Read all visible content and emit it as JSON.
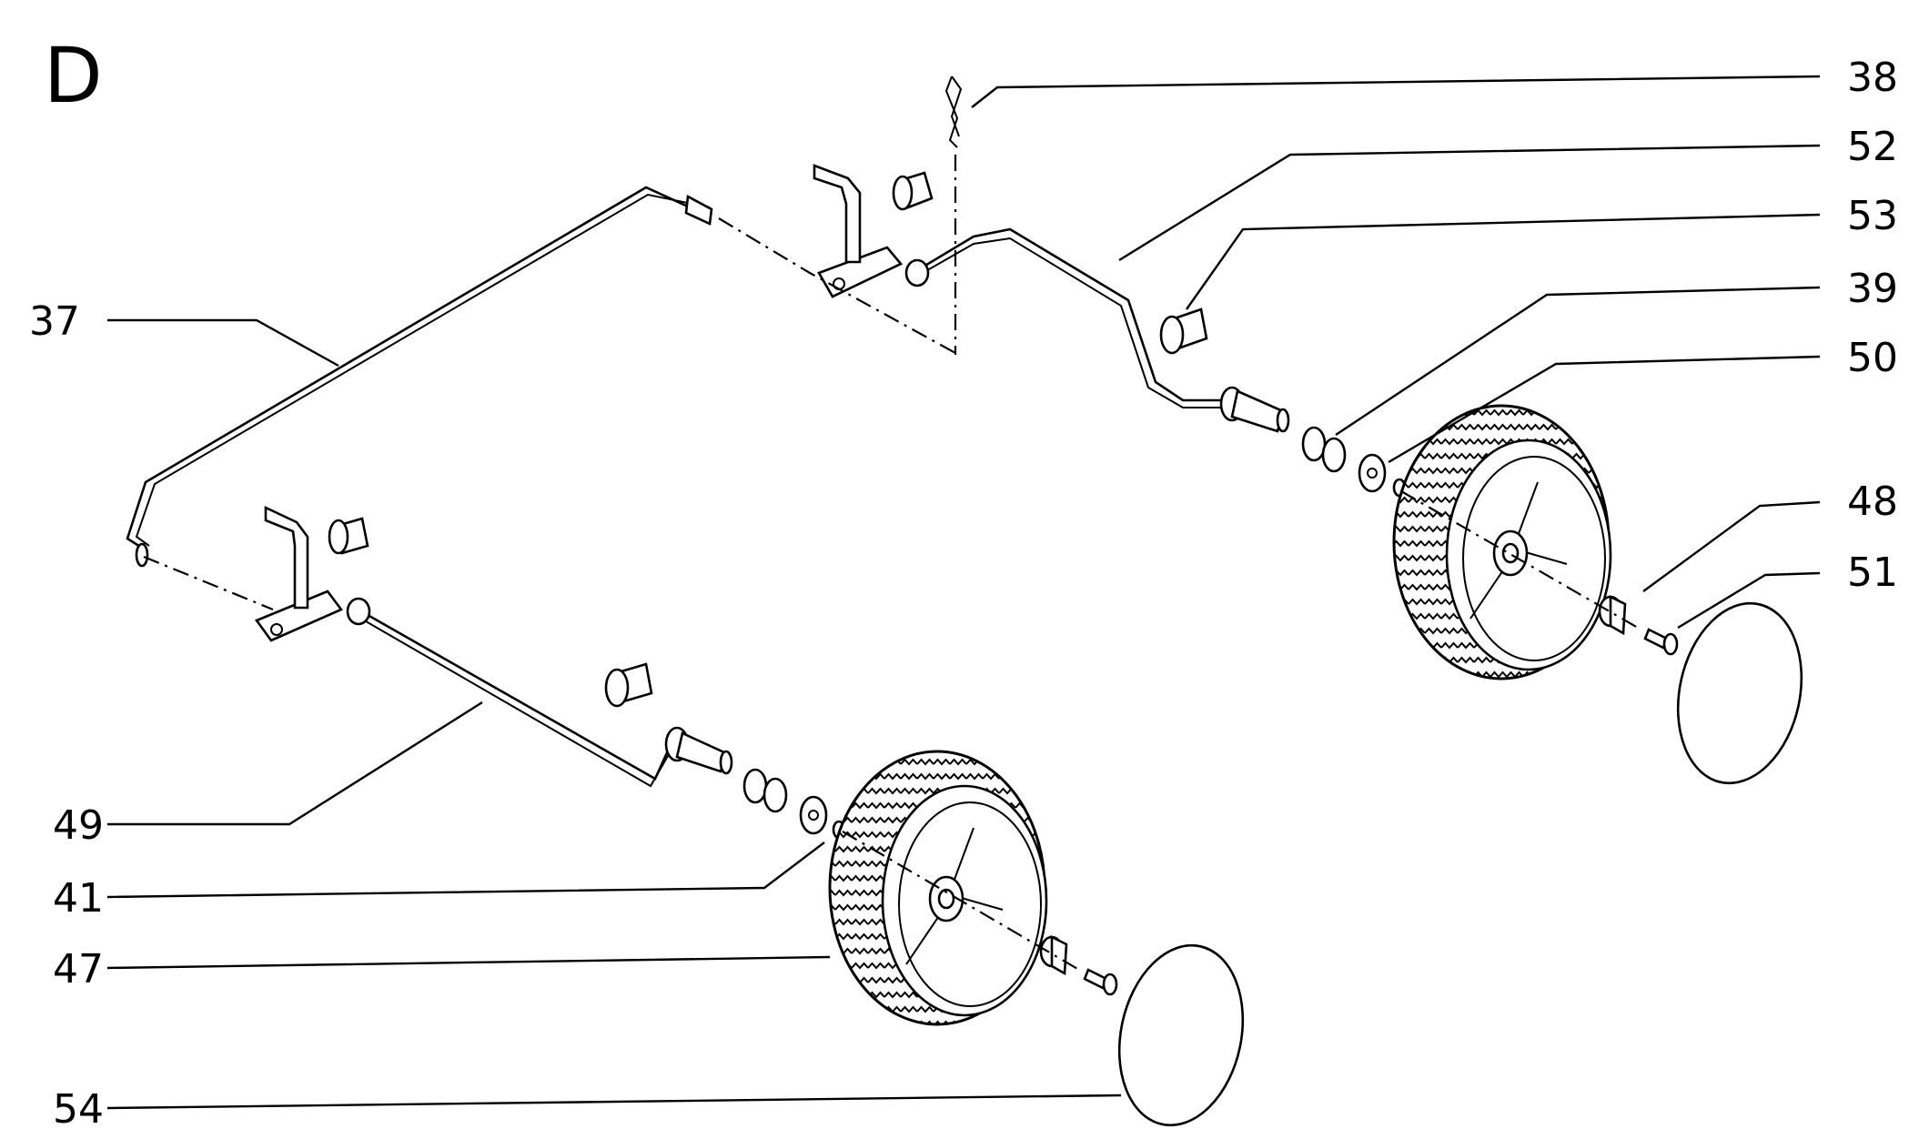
{
  "section_letter": "D",
  "callouts": [
    "38",
    "52",
    "53",
    "39",
    "50",
    "48",
    "51",
    "37",
    "49",
    "41",
    "47",
    "54"
  ],
  "colors": {
    "ink": "#000000",
    "paper": "#ffffff"
  }
}
